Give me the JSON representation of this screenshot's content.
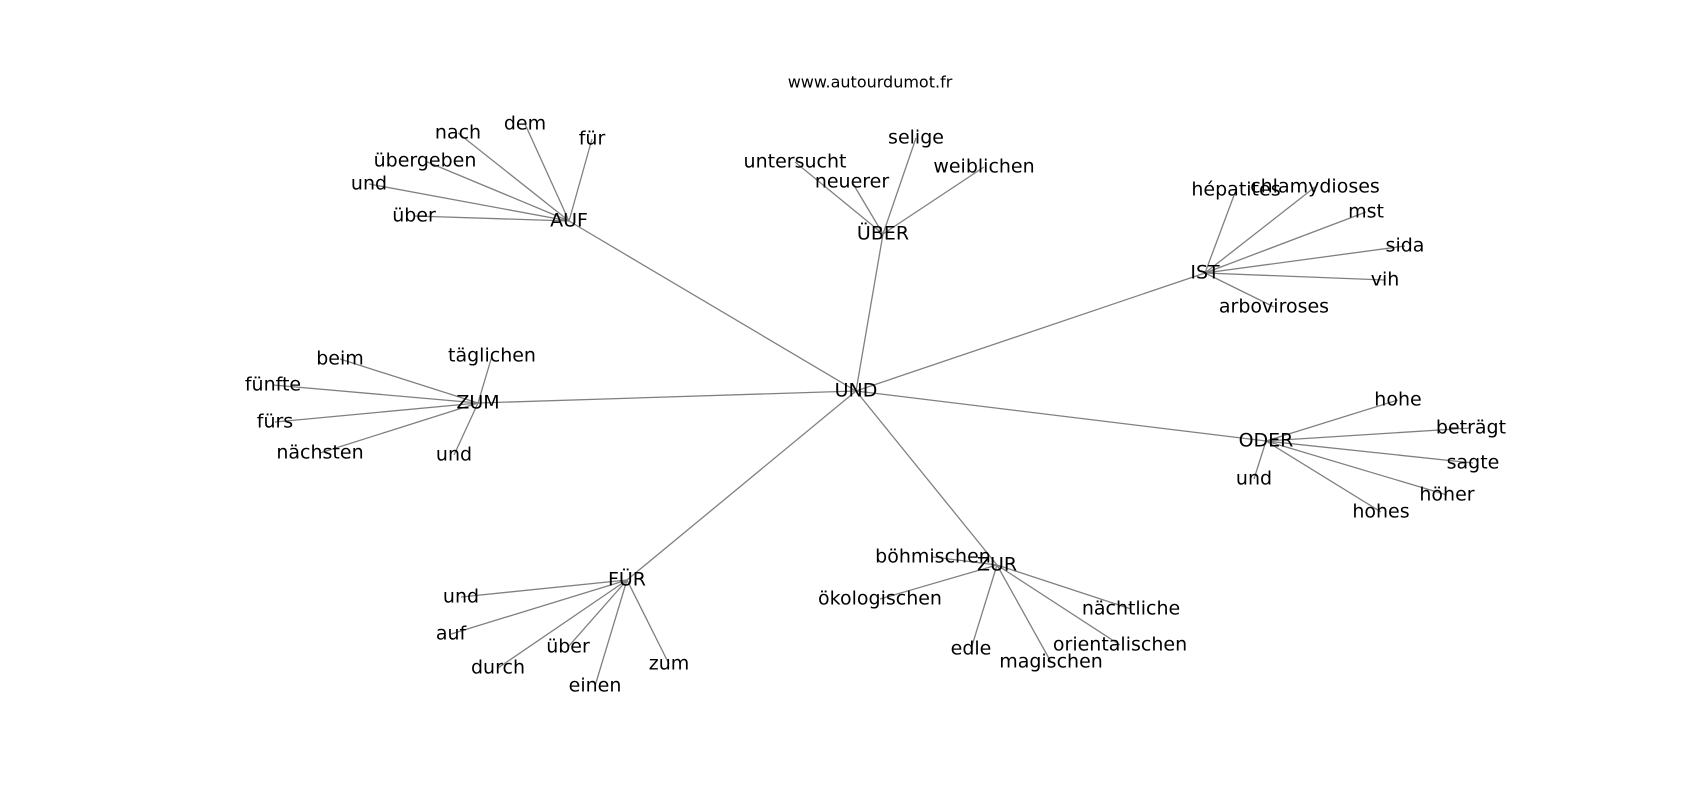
{
  "source": "www.autourdumot.fr",
  "root": "UND",
  "groups": [
    {
      "hub": "AUF",
      "leaves": [
        "nach",
        "dem",
        "für",
        "übergeben",
        "und",
        "über"
      ]
    },
    {
      "hub": "ÜBER",
      "leaves": [
        "untersucht",
        "neuerer",
        "selige",
        "weiblichen"
      ]
    },
    {
      "hub": "IST",
      "leaves": [
        "hépatites",
        "chlamydioses",
        "mst",
        "sida",
        "vih",
        "arboviroses"
      ]
    },
    {
      "hub": "ZUM",
      "leaves": [
        "beim",
        "fünfte",
        "fürs",
        "nächsten",
        "täglichen",
        "und"
      ]
    },
    {
      "hub": "ODER",
      "leaves": [
        "hohe",
        "beträgt",
        "sagte",
        "höher",
        "hohes",
        "und"
      ]
    },
    {
      "hub": "FÜR",
      "leaves": [
        "und",
        "auf",
        "durch",
        "über",
        "einen",
        "zum"
      ]
    },
    {
      "hub": "ZUR",
      "leaves": [
        "böhmischen",
        "ökologischen",
        "edle",
        "magischen",
        "orientalischen",
        "nächtliche"
      ]
    }
  ]
}
